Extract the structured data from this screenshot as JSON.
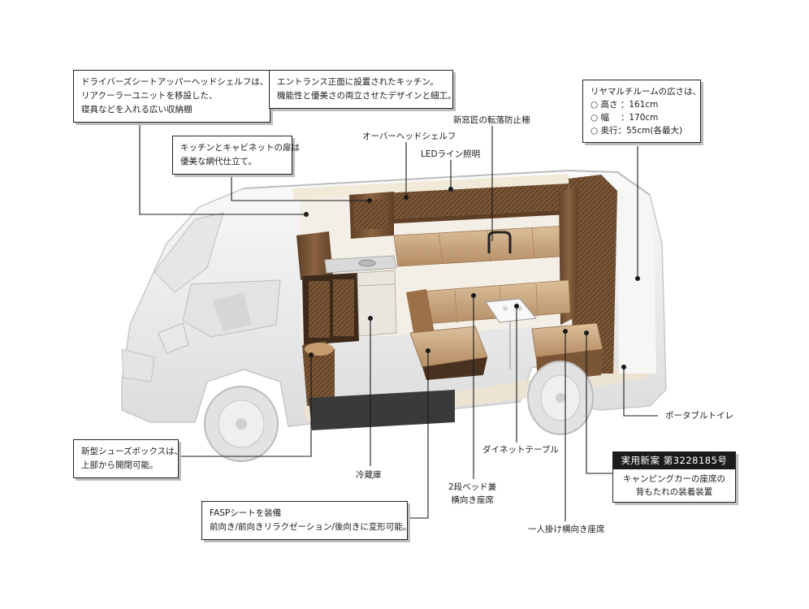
{
  "callouts": {
    "driver_shelf": [
      "ドライバーズシートアッパーヘッドシェルフは、",
      "リアクーラーユニットを移設した、",
      "寝具などを入れる広い収納棚"
    ],
    "entrance_kitchen": [
      "エントランス正面に設置されたキッチン。",
      "機能性と優美さの両立させたデザインと細工。"
    ],
    "rear_room": [
      "リヤマルチルームの広さは、",
      "○ 高さ ：161cm",
      "○ 幅　 ：170cm",
      "○ 奥行：55cm(各最大)"
    ],
    "kitchen_doors": [
      "キッチンとキャビネットの扉は",
      "優美な網代仕立て。"
    ],
    "shoe_box": [
      "新型シューズボックスは、",
      "上部から開閉可能。"
    ],
    "fasp_seat": [
      "FASPシートを装備",
      "前向き/前向きリラクゼーション/後向きに変形可能。"
    ]
  },
  "labels": {
    "window_guard": "新窓匠の転落防止柵",
    "overhead_shelf": "オーバーヘッドシェルフ",
    "led_light": "LEDライン照明",
    "portable_toilet": "ポータブルトイレ",
    "dinette_table": "ダイネットテーブル",
    "fridge": "冷蔵庫",
    "bed_seat": [
      "2段ベッド兼",
      "横向き座席"
    ],
    "single_seat": "一人掛け横向き座席"
  },
  "patent": {
    "title": "実用新案 第3228185号",
    "lines": [
      "キャンピングカーの座席の",
      "背もたれの装着装置"
    ]
  },
  "colors": {
    "wood_dark": "#6b4a2f",
    "wood_mid": "#8a6442",
    "cushion": "#c9a57c",
    "cushion_light": "#d9bc95",
    "body_white": "#efefef",
    "callout_border": "#222222"
  }
}
